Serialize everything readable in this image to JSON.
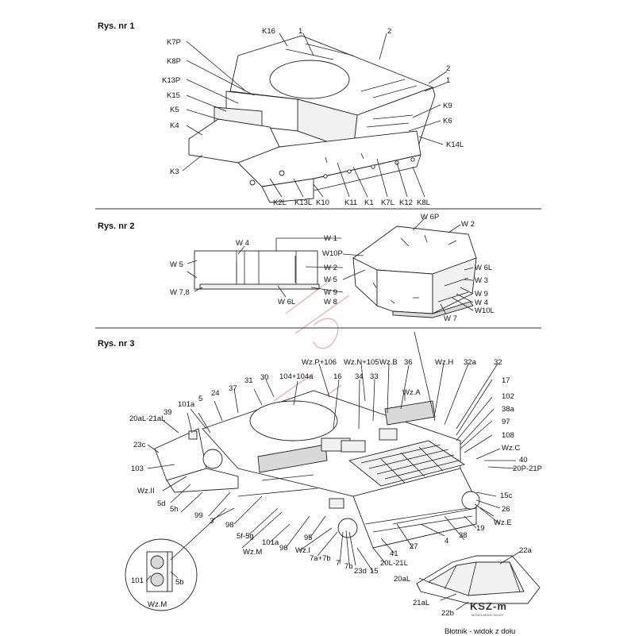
{
  "sections": {
    "rys1": {
      "title": "Rys. nr 1"
    },
    "rys2": {
      "title": "Rys. nr 2"
    },
    "rys3": {
      "title": "Rys. nr 3"
    }
  },
  "rys1_labels": {
    "k16": "K16",
    "n1a": "1",
    "n2a": "2",
    "n2b": "2",
    "n1b": "1",
    "k7p": "K7P",
    "k8p": "K8P",
    "k13p": "K13P",
    "k15": "K15",
    "k5": "K5",
    "k4": "K4",
    "k3": "K3",
    "k9": "K9",
    "k6": "K6",
    "k14l": "K14L",
    "k2l": "K2L",
    "k13l": "K13L",
    "k10": "K10",
    "k11": "K11",
    "k1": "K1",
    "k7l": "K7L",
    "k12": "K12",
    "k8l": "K8L"
  },
  "rys2_labels": {
    "w4": "W 4",
    "w5a": "W 5",
    "w78": "W 7,8",
    "w6l": "W 6L",
    "w1": "W 1",
    "w10p": "W10P",
    "w2a": "W 2",
    "w5b": "W 5",
    "w9a": "W 9",
    "w8": "W 8",
    "w6p": "W 6P",
    "w2b": "W 2",
    "w6lb": "W 6L",
    "w3": "W 3",
    "w9b": "W 9",
    "w4b": "W 4",
    "w10l": "W10L",
    "w7": "W 7"
  },
  "rys3_labels": {
    "wzp106": "Wz.P+106",
    "wzn105": "Wz.N+105",
    "wzb": "Wz.B",
    "wzh": "Wz.H",
    "n32a": "32a",
    "n32": "32",
    "n30": "30",
    "n104": "104+104a",
    "n16": "16",
    "n34": "34",
    "n33": "33",
    "n36": "36",
    "wza": "Wz.A",
    "n17": "17",
    "n31": "31",
    "n37": "37",
    "n102": "102",
    "n38a": "38a",
    "n97": "97",
    "n108": "108",
    "wzc": "Wz.C",
    "n40": "40",
    "n20p": "20P-21P",
    "n101a": "101a",
    "n5": "5",
    "n24": "24",
    "n39": "39",
    "n20l": "20aL-21aL",
    "n23c": "23c",
    "n103": "103",
    "wzii": "Wz.II",
    "n5d": "5d",
    "n5h": "5h",
    "n99": "99",
    "n3": "3",
    "n98": "98",
    "n5f": "5f-5g",
    "wzm": "Wz.M",
    "n101b": "101a",
    "n96": "96",
    "n95": "95",
    "wzi": "Wz.I",
    "n7a": "7a+7b",
    "n7": "7",
    "n7b": "7b",
    "n23d": "23d",
    "n15": "15",
    "n20l21l": "20L-21L",
    "n41": "41",
    "n27": "27",
    "n4": "4",
    "n38": "38",
    "n19": "19",
    "n15c": "15c",
    "n26": "26",
    "wze": "Wz.E",
    "inset101": "101",
    "inset5b": "5b",
    "insetwzm": "Wz.M",
    "n22a": "22a",
    "n20al": "20aL",
    "n21al": "21aL",
    "n22b": "22b",
    "caption": "Błotnik - widok z dołu"
  },
  "logo": {
    "text": "KSZ-m",
    "sub": "MODELARSKI SKLEP"
  }
}
